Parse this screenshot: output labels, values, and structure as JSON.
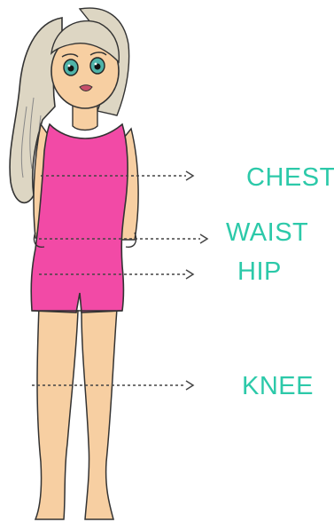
{
  "labels": {
    "chest": "CHEST",
    "waist": "WAIST",
    "hip": "HIP",
    "knee": "KNEE"
  },
  "colors": {
    "label": "#2cc9a9",
    "outfit": "#f24aa6",
    "skin": "#f7cfa2",
    "hair": "#ddd6c3",
    "eyes": "#4fb3a8",
    "arrow": "#444444"
  },
  "figure": {
    "description_icon": "girl-measurement-figure"
  }
}
